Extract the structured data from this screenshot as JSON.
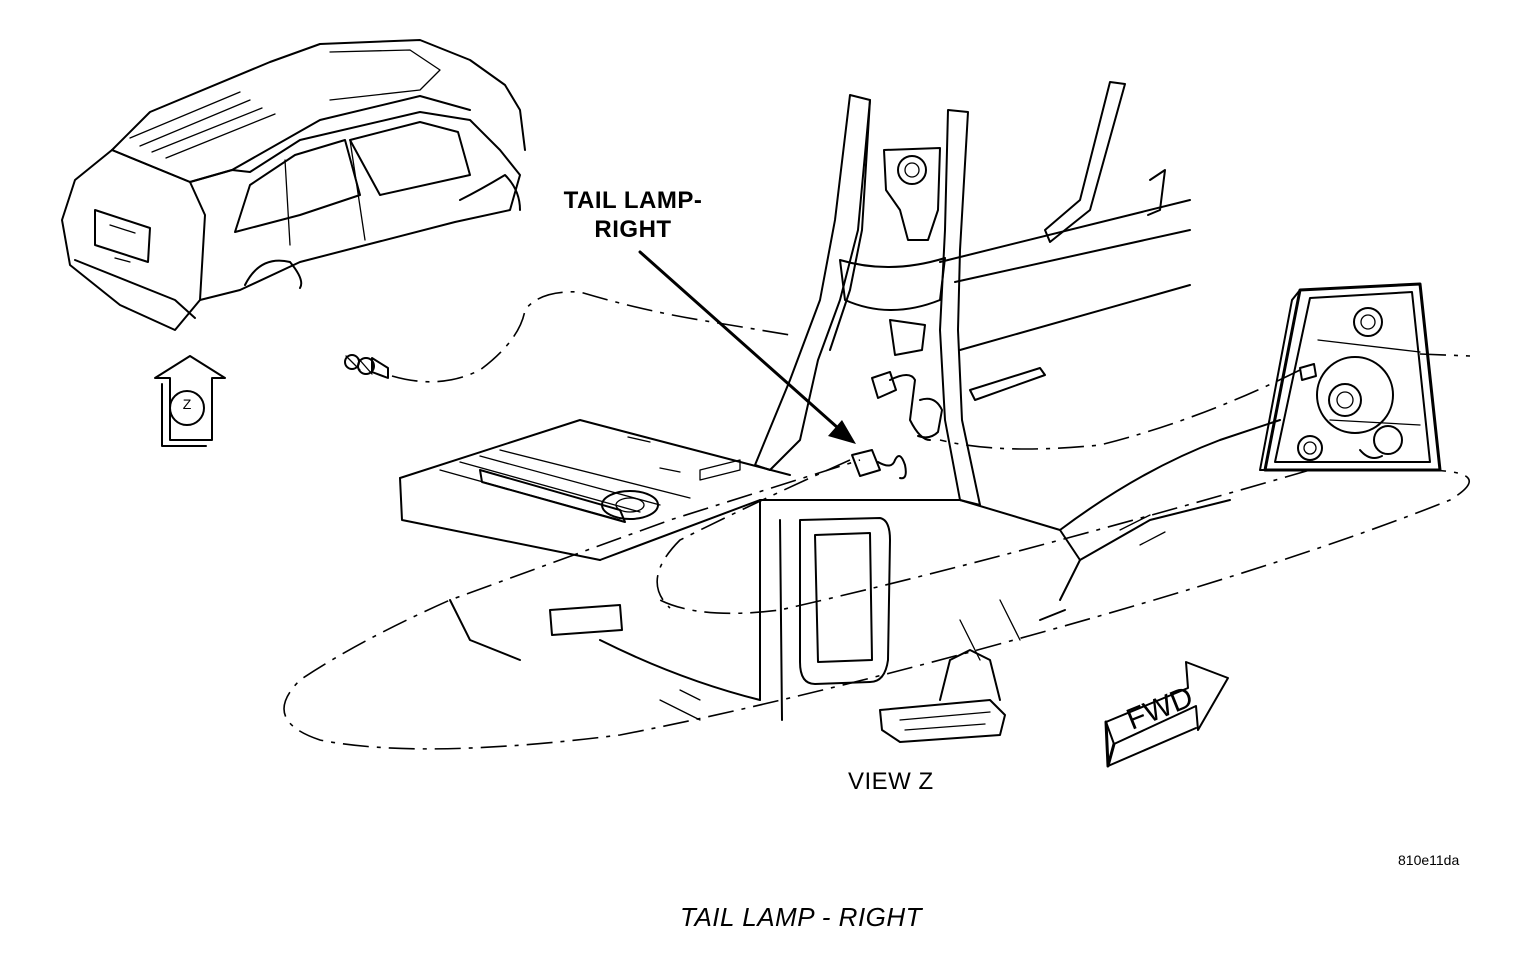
{
  "callout": {
    "line1": "TAIL LAMP-",
    "line2": "RIGHT"
  },
  "view_label": "VIEW Z",
  "view_marker": "Z",
  "direction_marker": "FWD",
  "figure_id": "810e11da",
  "caption": "TAIL LAMP - RIGHT"
}
